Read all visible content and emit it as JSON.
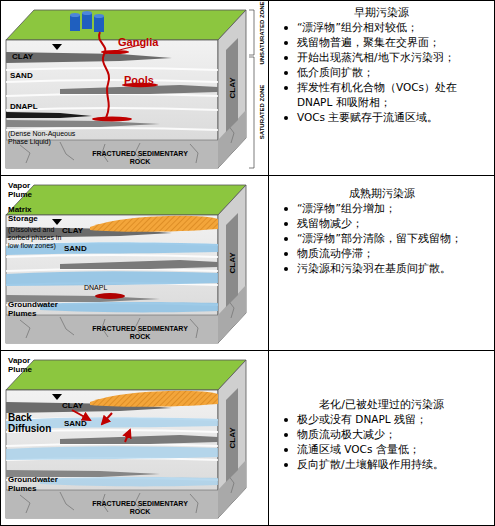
{
  "diagram": {
    "nodes": [
      {
        "text": [
          "早期污染源",
          "“漂浮物”组分相对较低；",
          "残留物普遍，聚集在交界面；",
          "开始出现蒸汽相/地下水污染羽；",
          "低介质间扩散；",
          "挥发性有机化合物（VOCs）处在 DNAPL 和吸附相；",
          "VOCs 主要赋存于流通区域。"
        ]
      },
      {
        "text": [
          "成熟期污染源",
          "“漂浮物”组分增加；",
          "残留物减少；",
          "“漂浮物”部分清除，留下残留物；",
          "物质流动停滞；",
          "污染源和污染羽在基质间扩散。"
        ]
      },
      {
        "text": [
          "老化/已被处理过的污染源",
          "极少或没有 DNAPL 残留；",
          "物质流动极大减少；",
          "流通区域 VOCs 含量低；",
          "反向扩散/土壤解吸作用持续。"
        ]
      }
    ],
    "labels": [
      "Ganglia",
      "CLAY",
      "SAND",
      "Pools",
      "DNAPL",
      "(Dense Non-Aqueous Phase Liquid)",
      "FRACTURED SEDIMENTARY ROCK",
      "CLAY",
      "UNSATURATED ZONE",
      "SATURATED ZONE",
      "Vapor Plume",
      "Matrix Storage",
      "(Dissolved and sorbed phases in low flow zones)",
      "CLAY",
      "SAND",
      "DNAPL",
      "Groundwater Plumes",
      "FRACTURED SEDIMENTARY ROCK",
      "CLAY",
      "Vapor Plume",
      "Back Diffusion",
      "CLAY",
      "SAND",
      "Groundwater Plumes",
      "FRACTURED SEDIMENTARY ROCK",
      "CLAY"
    ]
  }
}
